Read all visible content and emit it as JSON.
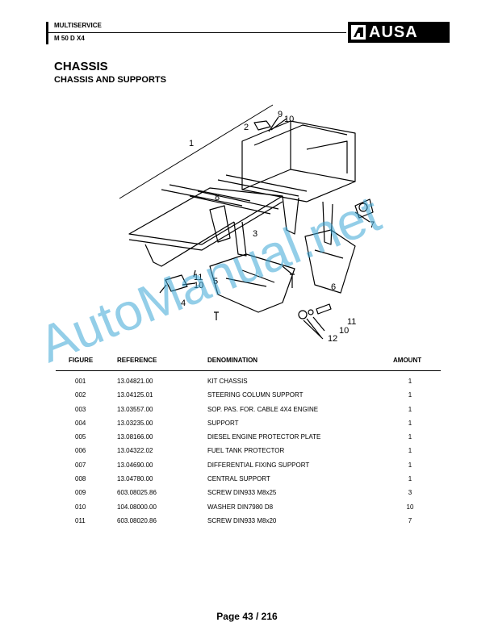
{
  "header": {
    "line1": "MULTISERVICE",
    "line2": "M 50 D X4",
    "logo_text": "AUSA"
  },
  "title": "CHASSIS",
  "subtitle": "CHASSIS AND SUPPORTS",
  "diagram": {
    "callouts": [
      "1",
      "2",
      "9",
      "10",
      "8",
      "3",
      "5",
      "11",
      "10",
      "4",
      "6",
      "7",
      "11",
      "10",
      "12"
    ]
  },
  "watermark": "AutoManual.net",
  "table": {
    "headers": {
      "figure": "FIGURE",
      "reference": "REFERENCE",
      "denomination": "DENOMINATION",
      "amount": "AMOUNT"
    },
    "rows": [
      {
        "figure": "001",
        "reference": "13.04821.00",
        "denomination": "KIT CHASSIS",
        "amount": "1"
      },
      {
        "figure": "002",
        "reference": "13.04125.01",
        "denomination": "STEERING COLUMN SUPPORT",
        "amount": "1"
      },
      {
        "figure": "003",
        "reference": "13.03557.00",
        "denomination": "SOP. PAS. FOR. CABLE 4X4 ENGINE",
        "amount": "1"
      },
      {
        "figure": "004",
        "reference": "13.03235.00",
        "denomination": "SUPPORT",
        "amount": "1"
      },
      {
        "figure": "005",
        "reference": "13.08166.00",
        "denomination": "DIESEL ENGINE PROTECTOR PLATE",
        "amount": "1"
      },
      {
        "figure": "006",
        "reference": "13.04322.02",
        "denomination": "FUEL TANK PROTECTOR",
        "amount": "1"
      },
      {
        "figure": "007",
        "reference": "13.04690.00",
        "denomination": "DIFFERENTIAL FIXING SUPPORT",
        "amount": "1"
      },
      {
        "figure": "008",
        "reference": "13.04780.00",
        "denomination": "CENTRAL SUPPORT",
        "amount": "1"
      },
      {
        "figure": "009",
        "reference": "603.08025.86",
        "denomination": "SCREW DIN933 M8x25",
        "amount": "3"
      },
      {
        "figure": "010",
        "reference": "104.08000.00",
        "denomination": "WASHER DIN7980 D8",
        "amount": "10"
      },
      {
        "figure": "011",
        "reference": "603.08020.86",
        "denomination": "SCREW DIN933 M8x20",
        "amount": "7"
      }
    ]
  },
  "footer": {
    "page_label": "Page 43 / 216"
  }
}
